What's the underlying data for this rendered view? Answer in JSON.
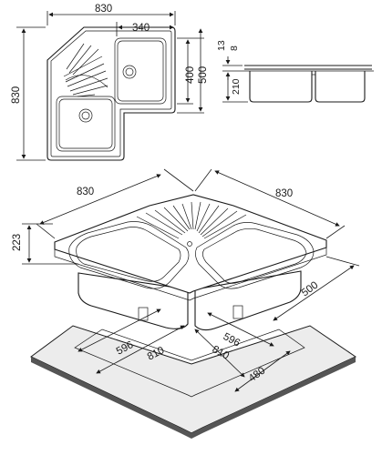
{
  "plan_view": {
    "width_label": "830",
    "basin_width_label": "340",
    "height_label": "830",
    "basin_depth_label": "400",
    "arm_depth_label": "500"
  },
  "side_view": {
    "rim_label": "13",
    "flange_label": "8",
    "bowl_depth_label": "210"
  },
  "iso_view": {
    "left_width_label": "830",
    "right_width_label": "830",
    "height_label": "223",
    "arm_depth_label": "500",
    "cutout_left_596": "596",
    "cutout_left_810": "810",
    "cutout_right_596": "596",
    "cutout_right_810": "810",
    "cutout_depth_480": "480"
  }
}
